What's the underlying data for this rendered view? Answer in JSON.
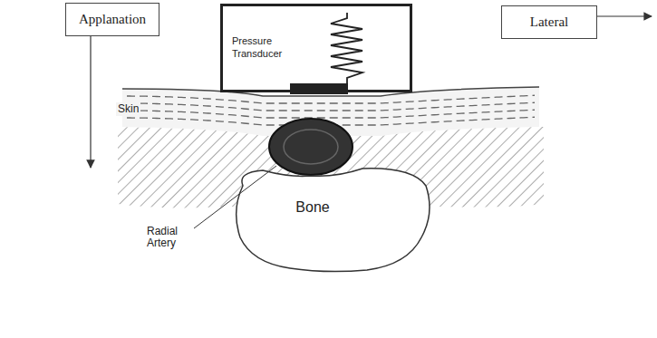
{
  "diagram": {
    "nodes": [
      {
        "text": [
          "Applanation"
        ]
      },
      {
        "text": [
          "Pressure Transducer"
        ]
      },
      {
        "text": [
          "Lateral"
        ]
      },
      {
        "text": [
          "Bone"
        ]
      }
    ],
    "labels": [
      "Skin",
      "Radial Artery"
    ]
  }
}
